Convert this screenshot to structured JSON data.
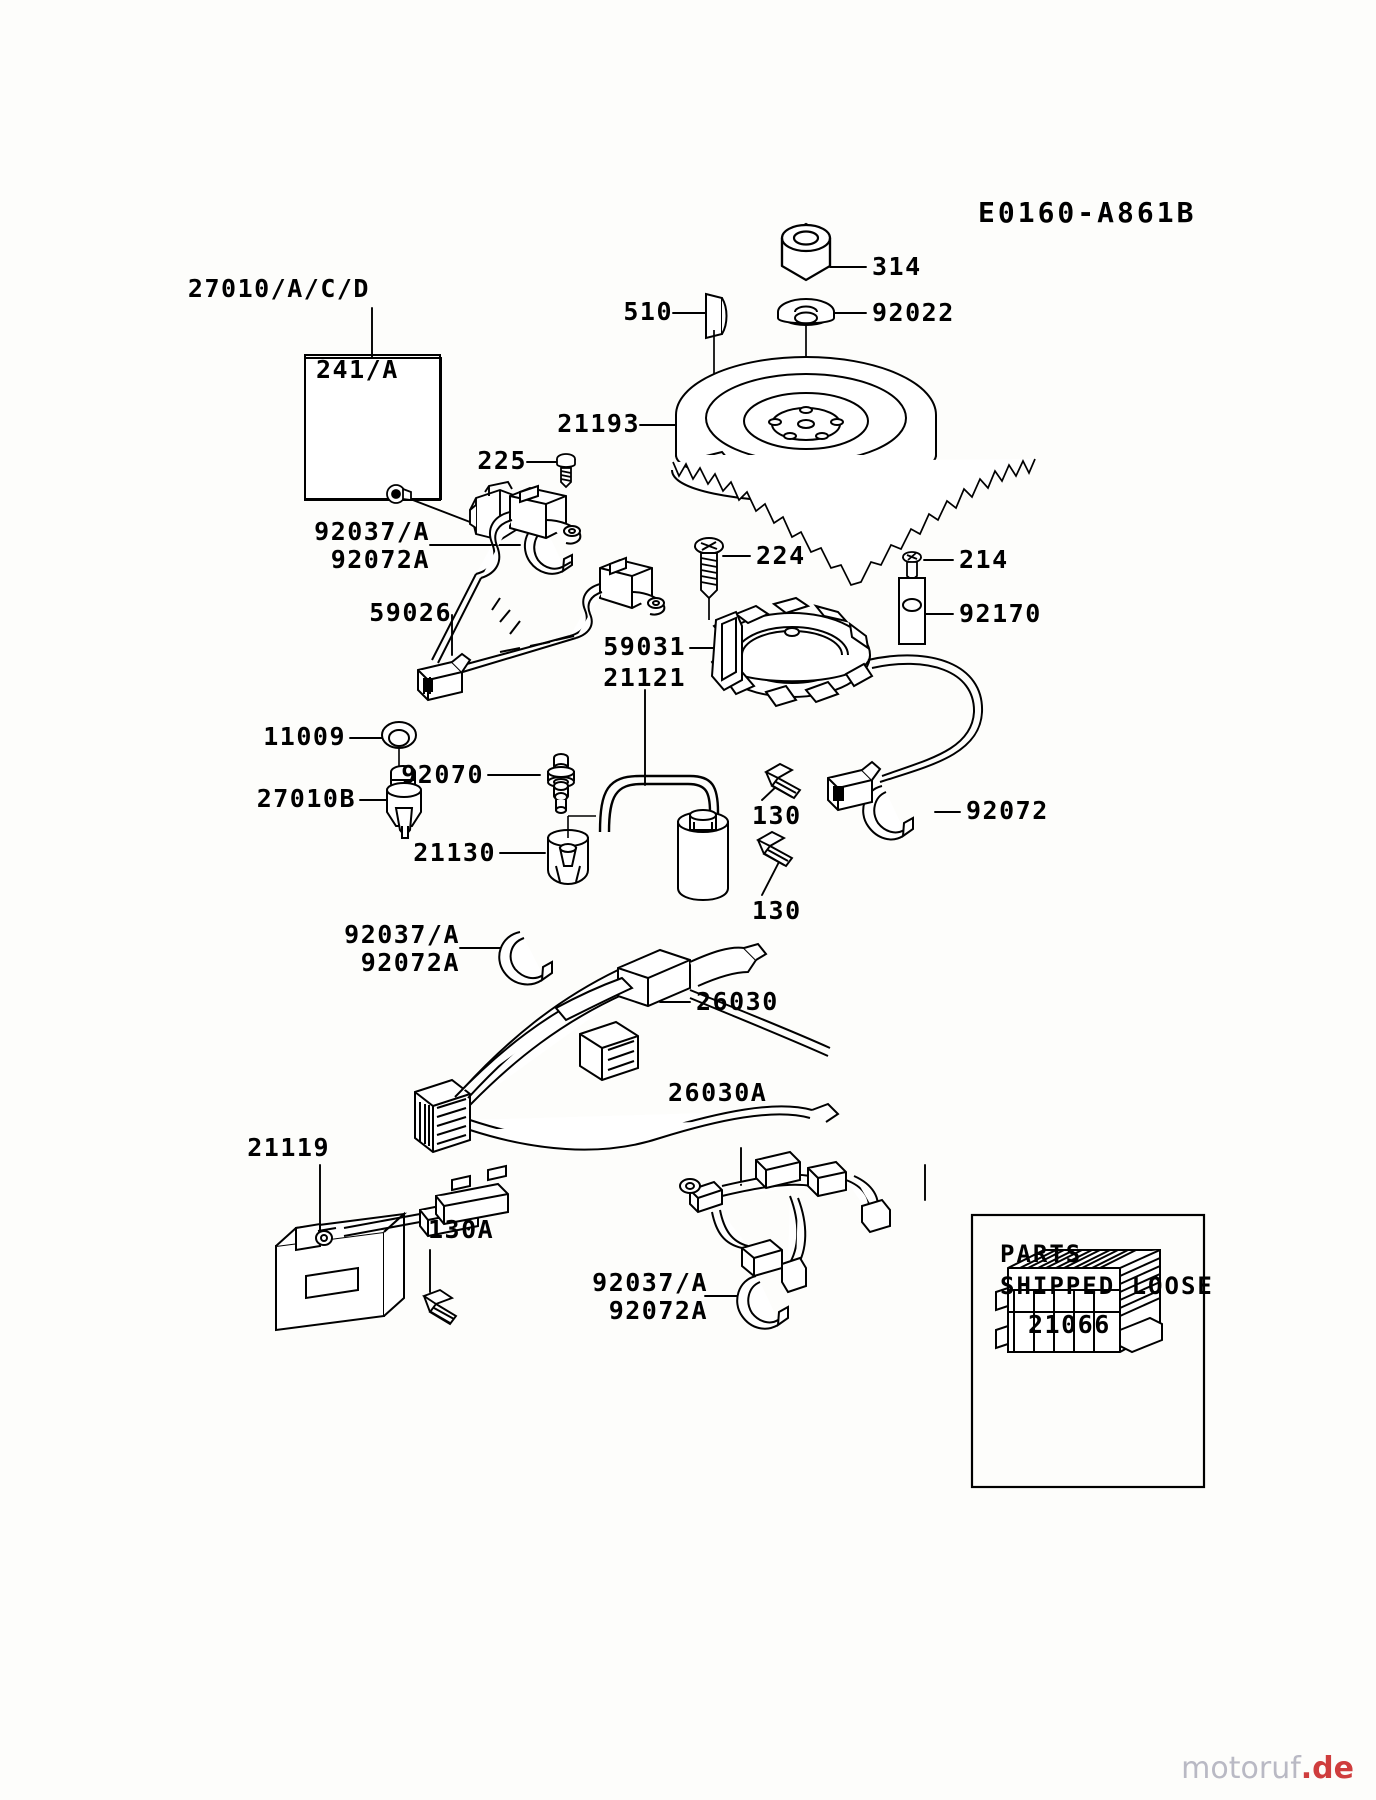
{
  "diagram": {
    "title": "E0160-A861B",
    "subject": "Kawasaki engine electric equipment parts diagram",
    "watermark": {
      "prefix": "motoruf",
      "suffix": ".de"
    },
    "inset_box": {
      "line1": "PARTS",
      "line2": "SHIPPED LOOSE",
      "part": "21066"
    },
    "callouts": [
      {
        "id": "c27010acd",
        "text": "27010/A/C/D",
        "part": "oil-pressure-switch-assembly"
      },
      {
        "id": "c241a",
        "text": "241/A",
        "part": "screw-washer"
      },
      {
        "id": "c92037a",
        "text": "92037/A",
        "part": "clamp"
      },
      {
        "id": "c92072a",
        "text": "92072A",
        "part": "band"
      },
      {
        "id": "c59026",
        "text": "59026",
        "part": "ignition-coil-assembly"
      },
      {
        "id": "c225",
        "text": "225",
        "part": "screw"
      },
      {
        "id": "c510",
        "text": "510",
        "part": "key-woodruff"
      },
      {
        "id": "c314",
        "text": "314",
        "part": "nut"
      },
      {
        "id": "c92022",
        "text": "92022",
        "part": "washer"
      },
      {
        "id": "c21193",
        "text": "21193",
        "part": "flywheel"
      },
      {
        "id": "c224",
        "text": "224",
        "part": "screw-pan-head"
      },
      {
        "id": "c214",
        "text": "214",
        "part": "screw"
      },
      {
        "id": "c92170",
        "text": "92170",
        "part": "clamp-bracket"
      },
      {
        "id": "c59031",
        "text": "59031",
        "part": "stator-fan"
      },
      {
        "id": "c21121",
        "text": "21121",
        "part": "ignition-coil-bracket"
      },
      {
        "id": "c92072",
        "text": "92072",
        "part": "band"
      },
      {
        "id": "c11009",
        "text": "11009",
        "part": "gasket"
      },
      {
        "id": "c27010b",
        "text": "27010B",
        "part": "switch"
      },
      {
        "id": "c92070",
        "text": "92070",
        "part": "grommet-bushing"
      },
      {
        "id": "c21130",
        "text": "21130",
        "part": "spark-plug-cap"
      },
      {
        "id": "c130top",
        "text": "130",
        "part": "bolt-flanged"
      },
      {
        "id": "c130bot",
        "text": "130",
        "part": "bolt-flanged"
      },
      {
        "id": "c92037a2",
        "text": "92037/A",
        "part": "clamp"
      },
      {
        "id": "c92072a2",
        "text": "92072A",
        "part": "band"
      },
      {
        "id": "c26030",
        "text": "26030",
        "part": "harness-wire-lead"
      },
      {
        "id": "c26030a",
        "text": "26030A",
        "part": "harness-wire-lead"
      },
      {
        "id": "c21119",
        "text": "21119",
        "part": "ignitor-module"
      },
      {
        "id": "c130a",
        "text": "130A",
        "part": "bolt-flanged"
      },
      {
        "id": "c92037a3",
        "text": "92037/A",
        "part": "clamp"
      },
      {
        "id": "c92072a3",
        "text": "92072A",
        "part": "band"
      },
      {
        "id": "c21066",
        "text": "21066",
        "part": "regulator-rectifier"
      }
    ]
  }
}
